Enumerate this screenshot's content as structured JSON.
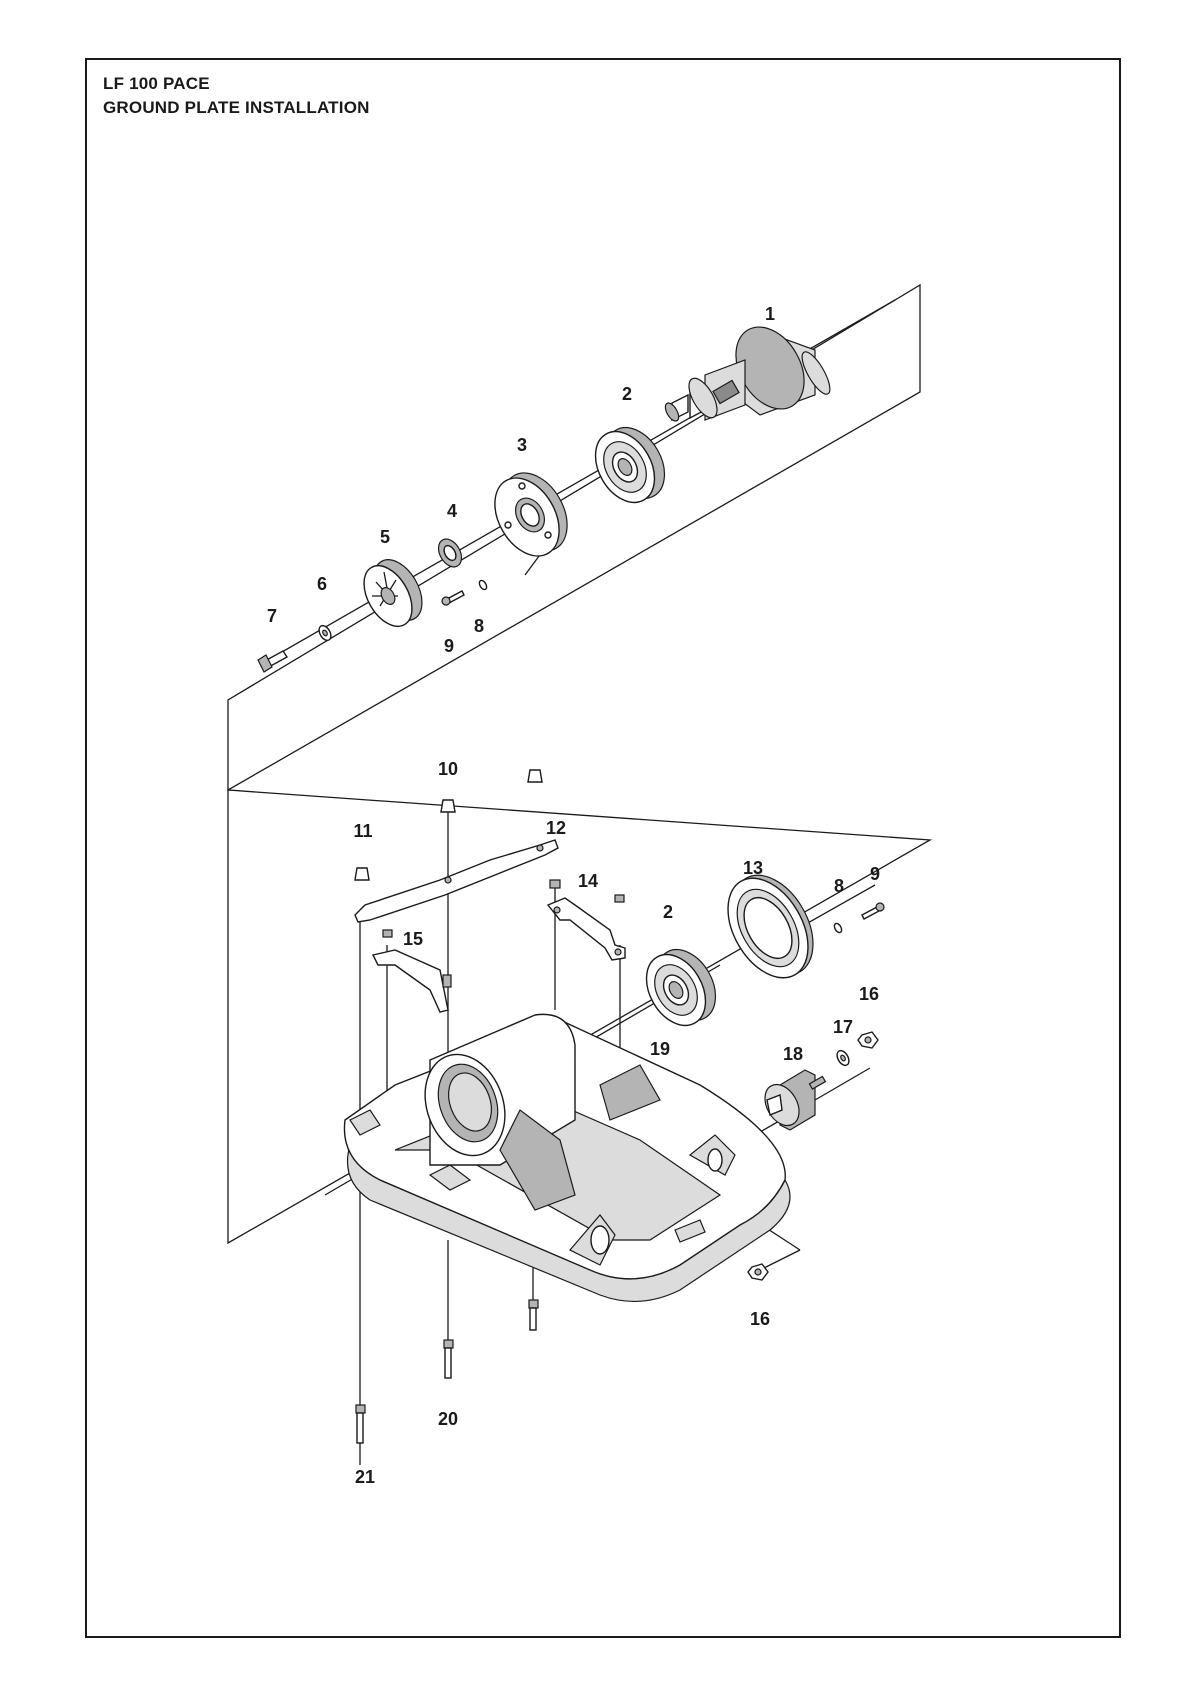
{
  "header": {
    "model": "LF 100 PACE",
    "assembly": "GROUND PLATE INSTALLATION"
  },
  "callouts": [
    "1",
    "2",
    "3",
    "4",
    "5",
    "6",
    "7",
    "8",
    "9",
    "10",
    "11",
    "12",
    "14",
    "13",
    "2",
    "8",
    "9",
    "15",
    "16",
    "17",
    "19",
    "18",
    "16",
    "20",
    "21"
  ],
  "colors": {
    "line": "#1a1a1a",
    "part_shade": "#b4b4b4",
    "part_light": "#dcdcdc",
    "background": "#ffffff"
  }
}
